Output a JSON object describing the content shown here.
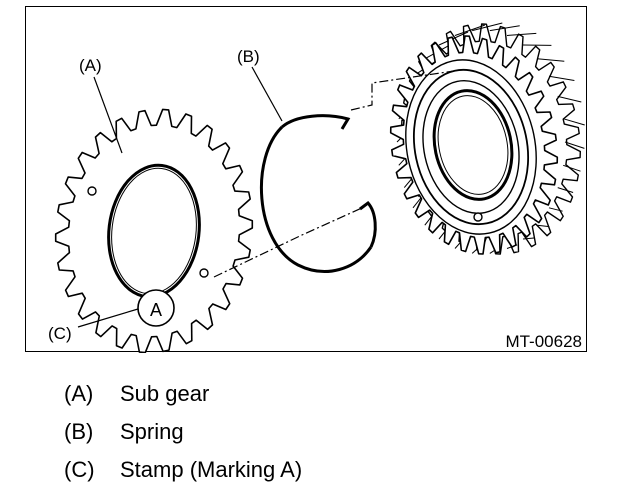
{
  "diagram": {
    "callouts": {
      "a": "(A)",
      "b": "(B)",
      "c": "(C)",
      "stamp": "A"
    },
    "figure_id": "MT-00628"
  },
  "legend": [
    {
      "key": "(A)",
      "text": "Sub gear"
    },
    {
      "key": "(B)",
      "text": "Spring"
    },
    {
      "key": "(C)",
      "text": "Stamp (Marking A)"
    }
  ]
}
